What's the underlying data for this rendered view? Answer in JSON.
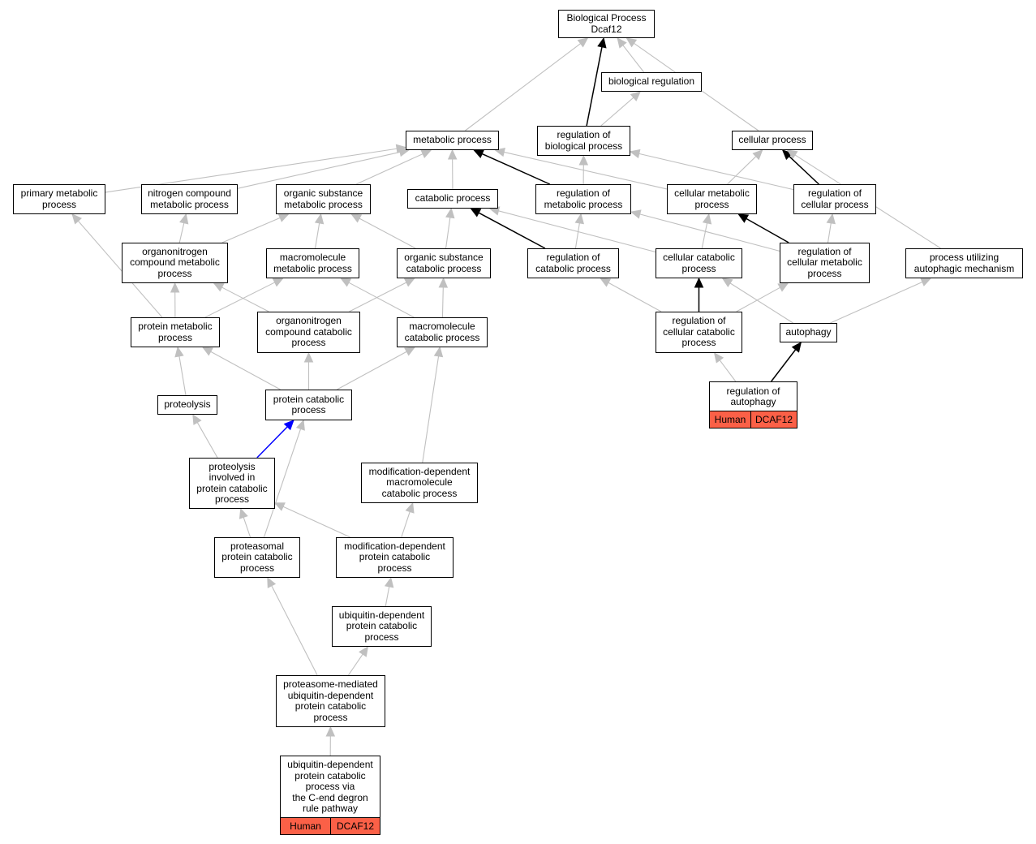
{
  "colors": {
    "edge_default": "#c0c0c0",
    "edge_strong": "#000000",
    "edge_highlight": "#0000ff",
    "annotation_fill": "#fb6047"
  },
  "nodes": {
    "root": "Biological Process\nDcaf12",
    "biological_regulation": "biological regulation",
    "metabolic_process": "metabolic process",
    "regulation_of_biological_process": "regulation of\nbiological process",
    "cellular_process": "cellular process",
    "primary_metabolic_process": "primary metabolic\nprocess",
    "nitrogen_compound_metabolic_process": "nitrogen compound\nmetabolic process",
    "organic_substance_metabolic_process": "organic substance\nmetabolic process",
    "catabolic_process": "catabolic process",
    "regulation_of_metabolic_process": "regulation of\nmetabolic process",
    "cellular_metabolic_process": "cellular metabolic\nprocess",
    "regulation_of_cellular_process": "regulation of\ncellular process",
    "organonitrogen_compound_metabolic_process": "organonitrogen\ncompound metabolic\nprocess",
    "macromolecule_metabolic_process": "macromolecule\nmetabolic process",
    "organic_substance_catabolic_process": "organic substance\ncatabolic process",
    "regulation_of_catabolic_process": "regulation of\ncatabolic process",
    "cellular_catabolic_process": "cellular catabolic\nprocess",
    "regulation_of_cellular_metabolic_process": "regulation of\ncellular metabolic\nprocess",
    "process_utilizing_autophagic_mechanism": "process utilizing\nautophagic mechanism",
    "protein_metabolic_process": "protein metabolic\nprocess",
    "organonitrogen_compound_catabolic_process": "organonitrogen\ncompound catabolic\nprocess",
    "macromolecule_catabolic_process": "macromolecule\ncatabolic process",
    "regulation_of_cellular_catabolic_process": "regulation of\ncellular catabolic\nprocess",
    "autophagy": "autophagy",
    "proteolysis": "proteolysis",
    "protein_catabolic_process": "protein catabolic\nprocess",
    "regulation_of_autophagy": "regulation of\nautophagy",
    "proteolysis_involved": "proteolysis\ninvolved in\nprotein catabolic\nprocess",
    "modification_dependent_macromolecule_catabolic": "modification-dependent\nmacromolecule\ncatabolic process",
    "proteasomal_protein_catabolic": "proteasomal\nprotein catabolic\nprocess",
    "modification_dependent_protein_catabolic": "modification-dependent\nprotein catabolic\nprocess",
    "ubiquitin_dependent_protein_catabolic": "ubiquitin-dependent\nprotein catabolic\nprocess",
    "proteasome_mediated": "proteasome-mediated\nubiquitin-dependent\nprotein catabolic\nprocess",
    "ubiquitin_c_end_degron": "ubiquitin-dependent\nprotein catabolic\nprocess via\nthe C-end degron\nrule pathway"
  },
  "annotations": {
    "regulation_of_autophagy": {
      "species": "Human",
      "gene": "DCAF12"
    },
    "ubiquitin_c_end_degron": {
      "species": "Human",
      "gene": "DCAF12"
    }
  },
  "edges": [
    {
      "from": "biological_regulation",
      "to": "root",
      "style": "default"
    },
    {
      "from": "metabolic_process",
      "to": "root",
      "style": "default"
    },
    {
      "from": "regulation_of_biological_process",
      "to": "root",
      "style": "strong"
    },
    {
      "from": "cellular_process",
      "to": "root",
      "style": "default"
    },
    {
      "from": "regulation_of_biological_process",
      "to": "biological_regulation",
      "style": "default"
    },
    {
      "from": "primary_metabolic_process",
      "to": "metabolic_process",
      "style": "default"
    },
    {
      "from": "nitrogen_compound_metabolic_process",
      "to": "metabolic_process",
      "style": "default"
    },
    {
      "from": "organic_substance_metabolic_process",
      "to": "metabolic_process",
      "style": "default"
    },
    {
      "from": "catabolic_process",
      "to": "metabolic_process",
      "style": "default"
    },
    {
      "from": "regulation_of_metabolic_process",
      "to": "metabolic_process",
      "style": "strong"
    },
    {
      "from": "cellular_metabolic_process",
      "to": "metabolic_process",
      "style": "default"
    },
    {
      "from": "regulation_of_metabolic_process",
      "to": "regulation_of_biological_process",
      "style": "default"
    },
    {
      "from": "regulation_of_cellular_process",
      "to": "regulation_of_biological_process",
      "style": "default"
    },
    {
      "from": "cellular_metabolic_process",
      "to": "cellular_process",
      "style": "default"
    },
    {
      "from": "regulation_of_cellular_process",
      "to": "cellular_process",
      "style": "strong"
    },
    {
      "from": "process_utilizing_autophagic_mechanism",
      "to": "cellular_process",
      "style": "default"
    },
    {
      "from": "organonitrogen_compound_metabolic_process",
      "to": "nitrogen_compound_metabolic_process",
      "style": "default"
    },
    {
      "from": "organonitrogen_compound_metabolic_process",
      "to": "organic_substance_metabolic_process",
      "style": "default"
    },
    {
      "from": "macromolecule_metabolic_process",
      "to": "organic_substance_metabolic_process",
      "style": "default"
    },
    {
      "from": "organic_substance_catabolic_process",
      "to": "organic_substance_metabolic_process",
      "style": "default"
    },
    {
      "from": "organic_substance_catabolic_process",
      "to": "catabolic_process",
      "style": "default"
    },
    {
      "from": "regulation_of_catabolic_process",
      "to": "catabolic_process",
      "style": "strong"
    },
    {
      "from": "cellular_catabolic_process",
      "to": "catabolic_process",
      "style": "default"
    },
    {
      "from": "regulation_of_catabolic_process",
      "to": "regulation_of_metabolic_process",
      "style": "default"
    },
    {
      "from": "regulation_of_cellular_metabolic_process",
      "to": "regulation_of_metabolic_process",
      "style": "default"
    },
    {
      "from": "cellular_catabolic_process",
      "to": "cellular_metabolic_process",
      "style": "default"
    },
    {
      "from": "regulation_of_cellular_metabolic_process",
      "to": "cellular_metabolic_process",
      "style": "strong"
    },
    {
      "from": "regulation_of_cellular_metabolic_process",
      "to": "regulation_of_cellular_process",
      "style": "default"
    },
    {
      "from": "protein_metabolic_process",
      "to": "primary_metabolic_process",
      "style": "default"
    },
    {
      "from": "protein_metabolic_process",
      "to": "organonitrogen_compound_metabolic_process",
      "style": "default"
    },
    {
      "from": "protein_metabolic_process",
      "to": "macromolecule_metabolic_process",
      "style": "default"
    },
    {
      "from": "organonitrogen_compound_catabolic_process",
      "to": "organonitrogen_compound_metabolic_process",
      "style": "default"
    },
    {
      "from": "organonitrogen_compound_catabolic_process",
      "to": "organic_substance_catabolic_process",
      "style": "default"
    },
    {
      "from": "macromolecule_catabolic_process",
      "to": "macromolecule_metabolic_process",
      "style": "default"
    },
    {
      "from": "macromolecule_catabolic_process",
      "to": "organic_substance_catabolic_process",
      "style": "default"
    },
    {
      "from": "regulation_of_cellular_catabolic_process",
      "to": "regulation_of_catabolic_process",
      "style": "default"
    },
    {
      "from": "regulation_of_cellular_catabolic_process",
      "to": "cellular_catabolic_process",
      "style": "strong"
    },
    {
      "from": "regulation_of_cellular_catabolic_process",
      "to": "regulation_of_cellular_metabolic_process",
      "style": "default"
    },
    {
      "from": "autophagy",
      "to": "cellular_catabolic_process",
      "style": "default"
    },
    {
      "from": "autophagy",
      "to": "process_utilizing_autophagic_mechanism",
      "style": "default"
    },
    {
      "from": "proteolysis",
      "to": "protein_metabolic_process",
      "style": "default"
    },
    {
      "from": "protein_catabolic_process",
      "to": "protein_metabolic_process",
      "style": "default"
    },
    {
      "from": "protein_catabolic_process",
      "to": "organonitrogen_compound_catabolic_process",
      "style": "default"
    },
    {
      "from": "protein_catabolic_process",
      "to": "macromolecule_catabolic_process",
      "style": "default"
    },
    {
      "from": "regulation_of_autophagy",
      "to": "regulation_of_cellular_catabolic_process",
      "style": "default"
    },
    {
      "from": "regulation_of_autophagy",
      "to": "autophagy",
      "style": "strong"
    },
    {
      "from": "proteolysis_involved",
      "to": "proteolysis",
      "style": "default"
    },
    {
      "from": "proteolysis_involved",
      "to": "protein_catabolic_process",
      "style": "highlight"
    },
    {
      "from": "modification_dependent_macromolecule_catabolic",
      "to": "macromolecule_catabolic_process",
      "style": "default"
    },
    {
      "from": "proteasomal_protein_catabolic",
      "to": "proteolysis_involved",
      "style": "default"
    },
    {
      "from": "proteasomal_protein_catabolic",
      "to": "protein_catabolic_process",
      "style": "default"
    },
    {
      "from": "modification_dependent_protein_catabolic",
      "to": "proteolysis_involved",
      "style": "default"
    },
    {
      "from": "modification_dependent_protein_catabolic",
      "to": "modification_dependent_macromolecule_catabolic",
      "style": "default"
    },
    {
      "from": "ubiquitin_dependent_protein_catabolic",
      "to": "modification_dependent_protein_catabolic",
      "style": "default"
    },
    {
      "from": "proteasome_mediated",
      "to": "proteasomal_protein_catabolic",
      "style": "default"
    },
    {
      "from": "proteasome_mediated",
      "to": "ubiquitin_dependent_protein_catabolic",
      "style": "default"
    },
    {
      "from": "ubiquitin_c_end_degron",
      "to": "proteasome_mediated",
      "style": "default"
    }
  ]
}
